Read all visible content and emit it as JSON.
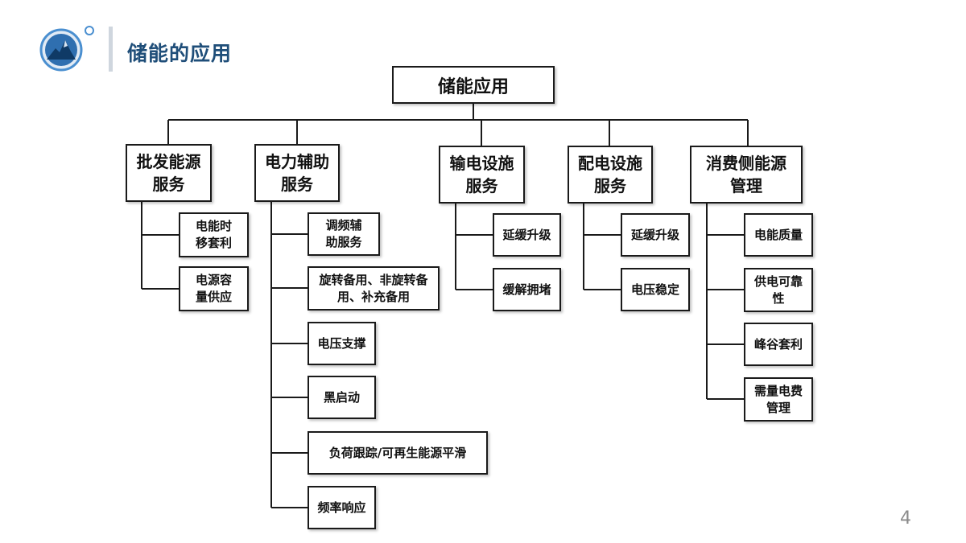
{
  "page": {
    "title": "储能的应用",
    "number": "4"
  },
  "diagram": {
    "root": "储能应用",
    "categories": [
      {
        "label": "批发能源服务",
        "items": [
          "电能时移套利",
          "电源容量供应"
        ]
      },
      {
        "label": "电力辅助服务",
        "items": [
          "调频辅助服务",
          "旋转备用、非旋转备用、补充备用",
          "电压支撑",
          "黑启动",
          "负荷跟踪/可再生能源平滑",
          "频率响应"
        ]
      },
      {
        "label": "输电设施服务",
        "items": [
          "延缓升级",
          "缓解拥堵"
        ]
      },
      {
        "label": "配电设施服务",
        "items": [
          "延缓升级",
          "电压稳定"
        ]
      },
      {
        "label": "消费侧能源管理",
        "items": [
          "电能质量",
          "供电可靠性",
          "峰谷套利",
          "需量电费管理"
        ]
      }
    ]
  },
  "colors": {
    "title": "#1f4e79",
    "accent": "#4a8fd0",
    "line": "#1a1a1a"
  }
}
